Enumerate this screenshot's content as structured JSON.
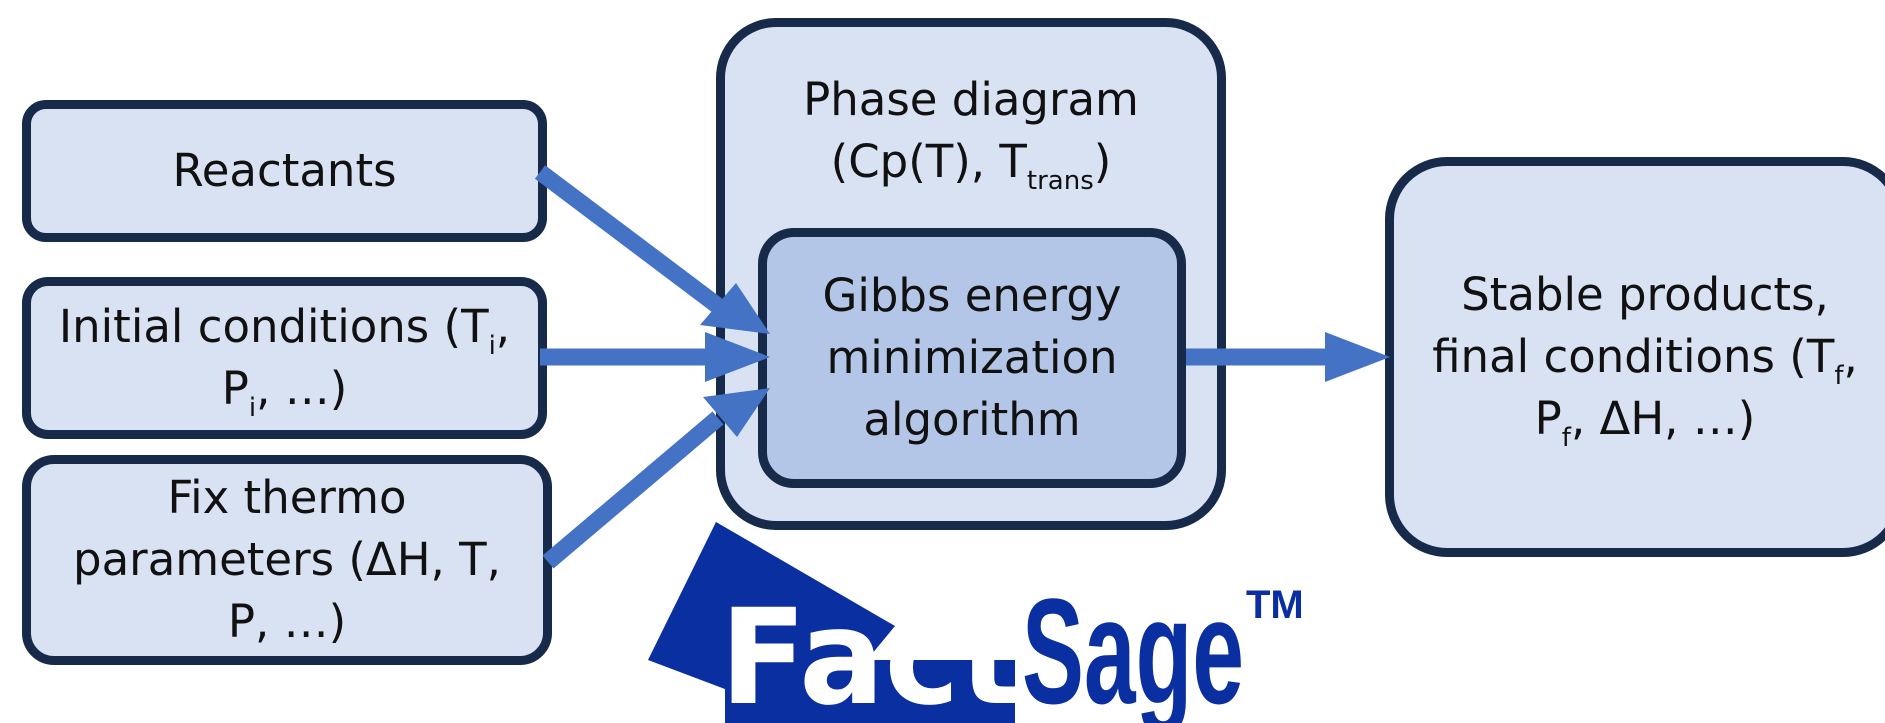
{
  "inputs": {
    "reactants": "Reactants",
    "initial": {
      "text": "Initial conditions (T",
      "sub1": "i",
      "mid": ", P",
      "sub2": "i",
      "tail": ", …)"
    },
    "fix": {
      "line1": "Fix thermo",
      "line2": "parameters (ΔH, T,",
      "line3": "P, …)"
    }
  },
  "center": {
    "phase_line1": "Phase diagram",
    "phase_line2a": "(Cp(T), T",
    "phase_sub": "trans",
    "phase_line2b": ")",
    "gibbs_line1": "Gibbs energy",
    "gibbs_line2": "minimization",
    "gibbs_line3": "algorithm"
  },
  "output": {
    "line1": "Stable products,",
    "line2a": "final conditions (T",
    "line2_sub": "f",
    "line2b": ",",
    "line3a": "P",
    "line3_sub": "f",
    "line3b": ", ΔH, …)"
  },
  "logo": {
    "fact": "Fact",
    "sage": "Sage",
    "tm": "TM"
  },
  "colors": {
    "arrow": "#4472c4",
    "border": "#172a4a",
    "box_fill": "#d9e2f3",
    "inner_fill": "#b4c6e7",
    "logo_blue": "#0a2fa0"
  }
}
